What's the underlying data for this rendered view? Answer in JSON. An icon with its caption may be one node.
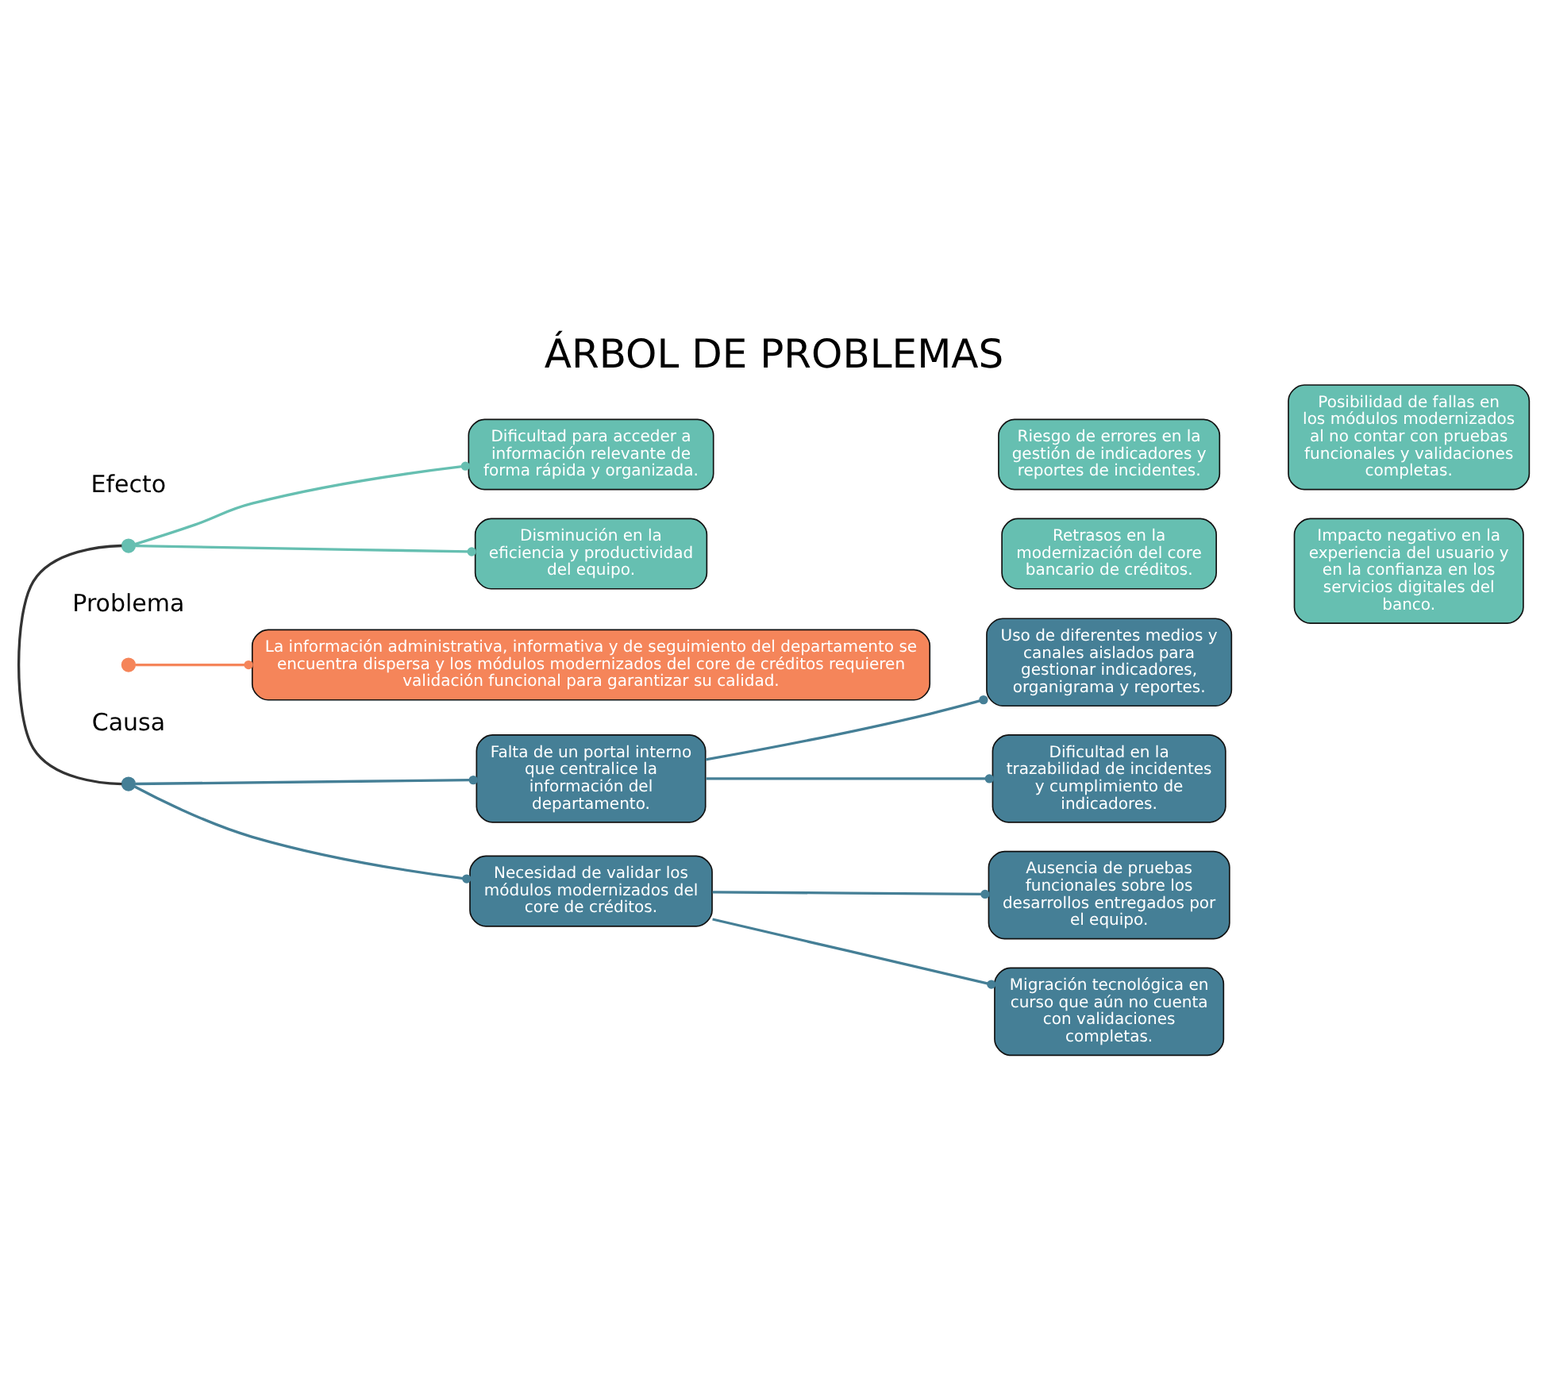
{
  "diagram": {
    "title": "ÁRBOL DE PROBLEMAS",
    "nodes": [
      {
        "text": [],
        "shape": "circle"
      },
      {
        "text": [
          "Dificultad para acceder a información relevante de forma rápida y organizada."
        ]
      },
      {
        "text": [
          "Riesgo de errores en la gestión de indicadores y reportes de incidentes."
        ]
      },
      {
        "text": [
          "Posibilidad de fallas en los módulos modernizados al no contar con pruebas funcionales y validaciones completas."
        ]
      },
      {
        "text": [
          "Disminución en la eficiencia y productividad del equipo."
        ]
      },
      {
        "text": [
          "Retrasos en la modernización del core bancario de créditos."
        ]
      },
      {
        "text": [
          "Impacto negativo en la experiencia del usuario y en la confianza en los servicios digitales del banco."
        ]
      },
      {
        "text": [],
        "shape": "circle"
      },
      {
        "text": [
          "La información administrativa, informativa y de seguimiento del departamento se encuentra dispersa y los módulos modernizados del core de créditos requieren validación funcional para garantizar su calidad."
        ]
      },
      {
        "text": [],
        "shape": "circle"
      },
      {
        "text": [
          "Falta de un portal interno que centralice la información del departamento."
        ]
      },
      {
        "text": [
          "Uso de diferentes medios y canales aislados para gestionar indicadores, organigrama y reportes."
        ]
      },
      {
        "text": [
          "Dificultad en la trazabilidad de incidentes y cumplimiento de indicadores."
        ]
      },
      {
        "text": [
          "Necesidad de validar los módulos modernizados del core de créditos."
        ]
      },
      {
        "text": [
          "Ausencia de pruebas funcionales sobre los desarrollos entregados por el equipo."
        ]
      },
      {
        "text": [
          "Migración tecnológica en curso que aún no cuenta con validaciones completas."
        ]
      }
    ],
    "edges": [
      {
        "from": 0,
        "to": 9,
        "arrow": "none",
        "color": "#333333"
      },
      {
        "from": 0,
        "to": 1,
        "arrow": "other",
        "color": "#66bfb1"
      },
      {
        "from": 0,
        "to": 4,
        "arrow": "other",
        "color": "#66bfb1"
      },
      {
        "from": 7,
        "to": 8,
        "arrow": "other",
        "color": "#f5855a"
      },
      {
        "from": 9,
        "to": 10,
        "arrow": "other"
      },
      {
        "from": 9,
        "to": 13,
        "arrow": "other"
      },
      {
        "from": 10,
        "to": 11,
        "arrow": "other"
      },
      {
        "from": 10,
        "to": 12,
        "arrow": "other"
      },
      {
        "from": 13,
        "to": 14,
        "arrow": "other"
      },
      {
        "from": 13,
        "to": 15,
        "arrow": "other"
      }
    ],
    "labels": [
      "Efecto",
      "Problema",
      "Causa"
    ]
  }
}
